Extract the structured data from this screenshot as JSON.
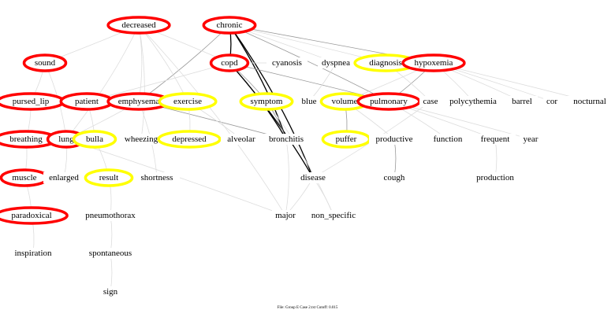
{
  "colors": {
    "red": "#ff0000",
    "yellow": "#ffff00",
    "edge_light": "#dddddd",
    "edge_mid": "#999999",
    "edge_dark": "#000000"
  },
  "footer": "File: Group E Case 2.txt    Cutoff: 0.015",
  "nodes": [
    {
      "id": "decreased",
      "style": "red"
    },
    {
      "id": "chronic",
      "style": "red"
    },
    {
      "id": "sound",
      "style": "red"
    },
    {
      "id": "copd",
      "style": "red"
    },
    {
      "id": "cyanosis",
      "style": "none"
    },
    {
      "id": "dyspnea",
      "style": "none"
    },
    {
      "id": "diagnosis",
      "style": "yellow"
    },
    {
      "id": "hypoxemia",
      "style": "red"
    },
    {
      "id": "pursed_lip",
      "style": "red"
    },
    {
      "id": "patient",
      "style": "red"
    },
    {
      "id": "emphysema",
      "style": "red"
    },
    {
      "id": "exercise",
      "style": "yellow"
    },
    {
      "id": "symptom",
      "style": "yellow"
    },
    {
      "id": "blue",
      "style": "none"
    },
    {
      "id": "volume",
      "style": "yellow"
    },
    {
      "id": "pulmonary",
      "style": "red"
    },
    {
      "id": "case",
      "style": "none"
    },
    {
      "id": "polycythemia",
      "style": "none"
    },
    {
      "id": "barrel",
      "style": "none"
    },
    {
      "id": "cor",
      "style": "none"
    },
    {
      "id": "nocturnal",
      "style": "none"
    },
    {
      "id": "breathing",
      "style": "red"
    },
    {
      "id": "lung",
      "style": "red"
    },
    {
      "id": "bulla",
      "style": "yellow"
    },
    {
      "id": "wheezing",
      "style": "none"
    },
    {
      "id": "depressed",
      "style": "yellow"
    },
    {
      "id": "alveolar",
      "style": "none"
    },
    {
      "id": "bronchitis",
      "style": "none"
    },
    {
      "id": "puffer",
      "style": "yellow"
    },
    {
      "id": "productive",
      "style": "none"
    },
    {
      "id": "function",
      "style": "none"
    },
    {
      "id": "frequent",
      "style": "none"
    },
    {
      "id": "year",
      "style": "none"
    },
    {
      "id": "muscle",
      "style": "red"
    },
    {
      "id": "enlarged",
      "style": "none"
    },
    {
      "id": "result",
      "style": "yellow"
    },
    {
      "id": "shortness",
      "style": "none"
    },
    {
      "id": "disease",
      "style": "none"
    },
    {
      "id": "cough",
      "style": "none"
    },
    {
      "id": "production",
      "style": "none"
    },
    {
      "id": "paradoxical",
      "style": "red"
    },
    {
      "id": "pneumothorax",
      "style": "none"
    },
    {
      "id": "major",
      "style": "none"
    },
    {
      "id": "non_specific",
      "style": "none"
    },
    {
      "id": "inspiration",
      "style": "none"
    },
    {
      "id": "spontaneous",
      "style": "none"
    },
    {
      "id": "sign",
      "style": "none"
    }
  ],
  "edges": [
    [
      "chronic",
      "copd",
      "dark"
    ],
    [
      "chronic",
      "bronchitis",
      "dark"
    ],
    [
      "copd",
      "bronchitis",
      "dark"
    ],
    [
      "copd",
      "disease",
      "dark"
    ],
    [
      "chronic",
      "disease",
      "dark"
    ],
    [
      "chronic",
      "emphysema",
      "mid"
    ],
    [
      "emphysema",
      "bronchitis",
      "mid"
    ],
    [
      "chronic",
      "pulmonary",
      "mid"
    ],
    [
      "chronic",
      "hypoxemia",
      "mid"
    ],
    [
      "copd",
      "pulmonary",
      "mid"
    ],
    [
      "copd",
      "symptom",
      "mid"
    ],
    [
      "hypoxemia",
      "pulmonary",
      "mid"
    ],
    [
      "symptom",
      "bronchitis",
      "mid"
    ],
    [
      "volume",
      "puffer",
      "mid"
    ],
    [
      "productive",
      "cough",
      "mid"
    ],
    [
      "decreased",
      "sound",
      "light"
    ],
    [
      "decreased",
      "emphysema",
      "light"
    ],
    [
      "decreased",
      "lung",
      "light"
    ],
    [
      "decreased",
      "exercise",
      "light"
    ],
    [
      "decreased",
      "copd",
      "light"
    ],
    [
      "decreased",
      "wheezing",
      "light"
    ],
    [
      "decreased",
      "major",
      "light"
    ],
    [
      "sound",
      "pursed_lip",
      "light"
    ],
    [
      "sound",
      "lung",
      "light"
    ],
    [
      "pursed_lip",
      "breathing",
      "light"
    ],
    [
      "breathing",
      "muscle",
      "light"
    ],
    [
      "muscle",
      "paradoxical",
      "light"
    ],
    [
      "paradoxical",
      "inspiration",
      "light"
    ],
    [
      "patient",
      "bulla",
      "light"
    ],
    [
      "bulla",
      "result",
      "light"
    ],
    [
      "result",
      "pneumothorax",
      "light"
    ],
    [
      "pneumothorax",
      "spontaneous",
      "light"
    ],
    [
      "spontaneous",
      "sign",
      "light"
    ],
    [
      "emphysema",
      "lung",
      "light"
    ],
    [
      "emphysema",
      "shortness",
      "light"
    ],
    [
      "lung",
      "enlarged",
      "light"
    ],
    [
      "lung",
      "major",
      "light"
    ],
    [
      "exercise",
      "alveolar",
      "light"
    ],
    [
      "exercise",
      "depressed",
      "light"
    ],
    [
      "copd",
      "patient",
      "light"
    ],
    [
      "copd",
      "cyanosis",
      "light"
    ],
    [
      "chronic",
      "dyspnea",
      "light"
    ],
    [
      "chronic",
      "diagnosis",
      "light"
    ],
    [
      "dyspnea",
      "blue",
      "light"
    ],
    [
      "diagnosis",
      "case",
      "light"
    ],
    [
      "hypoxemia",
      "polycythemia",
      "light"
    ],
    [
      "hypoxemia",
      "barrel",
      "light"
    ],
    [
      "hypoxemia",
      "cor",
      "light"
    ],
    [
      "hypoxemia",
      "nocturnal",
      "light"
    ],
    [
      "hypoxemia",
      "volume",
      "light"
    ],
    [
      "pulmonary",
      "function",
      "light"
    ],
    [
      "pulmonary",
      "frequent",
      "light"
    ],
    [
      "pulmonary",
      "year",
      "light"
    ],
    [
      "frequent",
      "production",
      "light"
    ],
    [
      "bronchitis",
      "major",
      "light"
    ],
    [
      "disease",
      "major",
      "light"
    ],
    [
      "disease",
      "non_specific",
      "light"
    ],
    [
      "symptom",
      "non_specific",
      "light"
    ],
    [
      "volume",
      "productive",
      "light"
    ],
    [
      "case",
      "disease",
      "light"
    ]
  ]
}
